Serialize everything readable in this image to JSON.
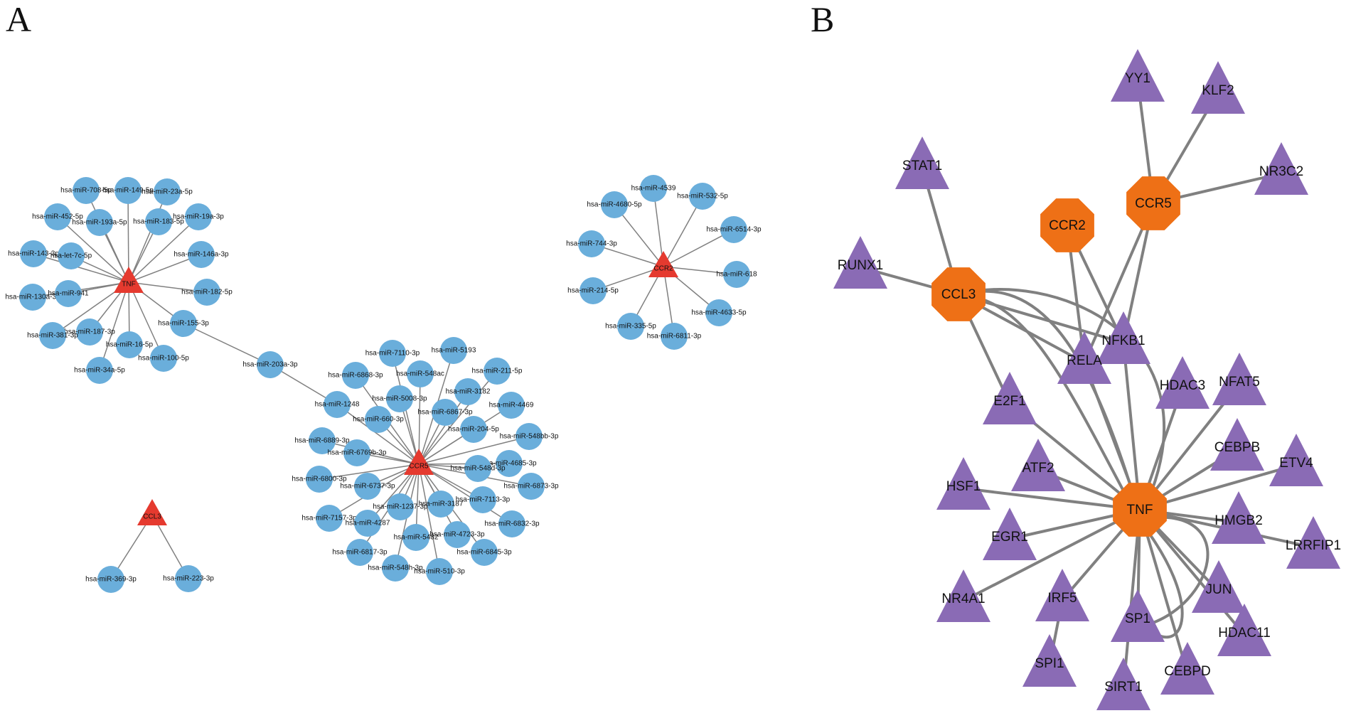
{
  "panels": {
    "a_label": "A",
    "b_label": "B"
  },
  "colors": {
    "mirna_node": "#6aaedb",
    "hub_gene_a": "#e53a2f",
    "tf_node": "#8a6bb5",
    "hub_gene_b": "#ee7016",
    "edge": "#808080"
  },
  "panel_a": {
    "hubs": [
      {
        "id": "TNF",
        "label": "TNF"
      },
      {
        "id": "CCR2",
        "label": "CCR2"
      },
      {
        "id": "CCR5",
        "label": "CCR5"
      },
      {
        "id": "CCL3",
        "label": "CCL3"
      }
    ],
    "mirnas": [
      {
        "id": "m1",
        "label": "hsa-miR-708-5p"
      },
      {
        "id": "m2",
        "label": "hsa-miR-149-5p"
      },
      {
        "id": "m3",
        "label": "hsa-miR-23a-5p"
      },
      {
        "id": "m4",
        "label": "hsa-miR-452-5p"
      },
      {
        "id": "m5",
        "label": "hsa-miR-193a-5p"
      },
      {
        "id": "m6",
        "label": "hsa-miR-183-5p"
      },
      {
        "id": "m7",
        "label": "hsa-miR-19a-3p"
      },
      {
        "id": "m8",
        "label": "hsa-miR-146a-3p"
      },
      {
        "id": "m9",
        "label": "hsa-miR-143-3p"
      },
      {
        "id": "m10",
        "label": "hsa-let-7c-5p"
      },
      {
        "id": "m11",
        "label": "hsa-miR-182-5p"
      },
      {
        "id": "m12",
        "label": "hsa-miR-130a-3p"
      },
      {
        "id": "m13",
        "label": "hsa-miR-941"
      },
      {
        "id": "m14",
        "label": "hsa-miR-155-3p"
      },
      {
        "id": "m15",
        "label": "hsa-miR-187-3p"
      },
      {
        "id": "m16",
        "label": "hsa-miR-381-3p"
      },
      {
        "id": "m17",
        "label": "hsa-miR-16-5p"
      },
      {
        "id": "m18",
        "label": "hsa-miR-100-5p"
      },
      {
        "id": "m19",
        "label": "hsa-miR-34a-5p"
      },
      {
        "id": "m20",
        "label": "hsa-miR-203a-3p"
      },
      {
        "id": "c1",
        "label": "hsa-miR-4539"
      },
      {
        "id": "c2",
        "label": "hsa-miR-532-5p"
      },
      {
        "id": "c3",
        "label": "hsa-miR-4680-5p"
      },
      {
        "id": "c4",
        "label": "hsa-miR-6514-3p"
      },
      {
        "id": "c5",
        "label": "hsa-miR-744-3p"
      },
      {
        "id": "c6",
        "label": "hsa-miR-618"
      },
      {
        "id": "c7",
        "label": "hsa-miR-214-5p"
      },
      {
        "id": "c8",
        "label": "hsa-miR-4633-5p"
      },
      {
        "id": "c9",
        "label": "hsa-miR-335-5p"
      },
      {
        "id": "c10",
        "label": "hsa-miR-6811-3p"
      },
      {
        "id": "r1",
        "label": "hsa-miR-7110-3p"
      },
      {
        "id": "r2",
        "label": "hsa-miR-5193"
      },
      {
        "id": "r3",
        "label": "hsa-miR-6868-3p"
      },
      {
        "id": "r4",
        "label": "hsa-miR-548ac"
      },
      {
        "id": "r5",
        "label": "hsa-miR-211-5p"
      },
      {
        "id": "r6",
        "label": "hsa-miR-5008-3p"
      },
      {
        "id": "r7",
        "label": "hsa-miR-3182"
      },
      {
        "id": "r8",
        "label": "hsa-miR-1248"
      },
      {
        "id": "r9",
        "label": "hsa-miR-6867-3p"
      },
      {
        "id": "r10",
        "label": "hsa-miR-4469"
      },
      {
        "id": "r11",
        "label": "hsa-miR-660-3p"
      },
      {
        "id": "r12",
        "label": "hsa-miR-204-5p"
      },
      {
        "id": "r13",
        "label": "hsa-miR-548bb-3p"
      },
      {
        "id": "r14",
        "label": "hsa-miR-6889-3p"
      },
      {
        "id": "r15",
        "label": "hsa-miR-6769b-3p"
      },
      {
        "id": "r16",
        "label": "hsa-miR-4685-3p"
      },
      {
        "id": "r17",
        "label": "hsa-miR-548d-3p"
      },
      {
        "id": "r18",
        "label": "hsa-miR-6800-3p"
      },
      {
        "id": "r19",
        "label": "hsa-miR-6737-3p"
      },
      {
        "id": "r20",
        "label": "hsa-miR-6873-3p"
      },
      {
        "id": "r21",
        "label": "hsa-miR-1237-3p"
      },
      {
        "id": "r22",
        "label": "hsa-miR-3187"
      },
      {
        "id": "r23",
        "label": "hsa-miR-7113-3p"
      },
      {
        "id": "r24",
        "label": "hsa-miR-7157-3p"
      },
      {
        "id": "r25",
        "label": "hsa-miR-4287"
      },
      {
        "id": "r26",
        "label": "hsa-miR-6832-3p"
      },
      {
        "id": "r27",
        "label": "hsa-miR-4723-3p"
      },
      {
        "id": "r28",
        "label": "hsa-miR-5482"
      },
      {
        "id": "r29",
        "label": "hsa-miR-6817-3p"
      },
      {
        "id": "r30",
        "label": "hsa-miR-6845-3p"
      },
      {
        "id": "r31",
        "label": "hsa-miR-548h-3p"
      },
      {
        "id": "r32",
        "label": "hsa-miR-510-3p"
      },
      {
        "id": "l1",
        "label": "hsa-miR-369-3p"
      },
      {
        "id": "l2",
        "label": "hsa-miR-223-3p"
      }
    ]
  },
  "panel_b": {
    "hubs": [
      {
        "id": "TNF",
        "label": "TNF"
      },
      {
        "id": "CCR5",
        "label": "CCR5"
      },
      {
        "id": "CCR2",
        "label": "CCR2"
      },
      {
        "id": "CCL3",
        "label": "CCL3"
      }
    ],
    "tfs": [
      {
        "id": "YY1",
        "label": "YY1"
      },
      {
        "id": "KLF2",
        "label": "KLF2"
      },
      {
        "id": "STAT1",
        "label": "STAT1"
      },
      {
        "id": "NR3C2",
        "label": "NR3C2"
      },
      {
        "id": "RUNX1",
        "label": "RUNX1"
      },
      {
        "id": "NFKB1",
        "label": "NFKB1"
      },
      {
        "id": "RELA",
        "label": "RELA"
      },
      {
        "id": "HDAC3",
        "label": "HDAC3"
      },
      {
        "id": "NFAT5",
        "label": "NFAT5"
      },
      {
        "id": "E2F1",
        "label": "E2F1"
      },
      {
        "id": "CEBPB",
        "label": "CEBPB"
      },
      {
        "id": "ATF2",
        "label": "ATF2"
      },
      {
        "id": "ETV4",
        "label": "ETV4"
      },
      {
        "id": "HSF1",
        "label": "HSF1"
      },
      {
        "id": "HMGB2",
        "label": "HMGB2"
      },
      {
        "id": "EGR1",
        "label": "EGR1"
      },
      {
        "id": "LRRFIP1",
        "label": "LRRFIP1"
      },
      {
        "id": "NR4A1",
        "label": "NR4A1"
      },
      {
        "id": "IRF5",
        "label": "IRF5"
      },
      {
        "id": "JUN",
        "label": "JUN"
      },
      {
        "id": "SP1",
        "label": "SP1"
      },
      {
        "id": "HDAC11",
        "label": "HDAC11"
      },
      {
        "id": "SPI1",
        "label": "SPI1"
      },
      {
        "id": "CEBPD",
        "label": "CEBPD"
      },
      {
        "id": "SIRT1",
        "label": "SIRT1"
      }
    ]
  }
}
